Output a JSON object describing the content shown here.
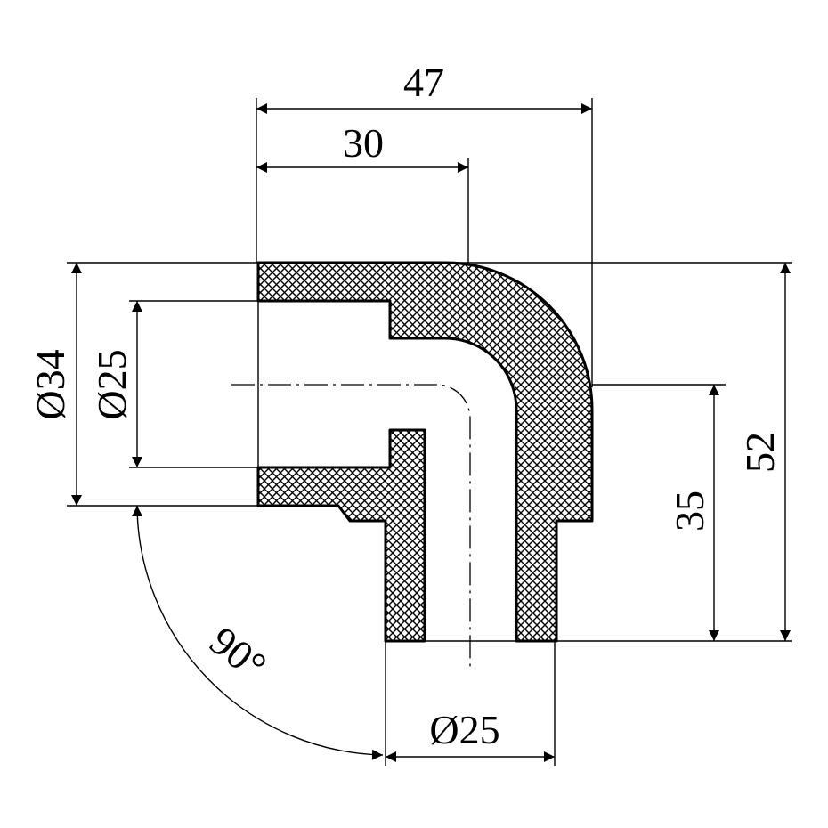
{
  "dimensions": {
    "overall_width": "47",
    "socket_depth": "30",
    "outer_diameter": "Ø34",
    "inner_diameter_left": "Ø25",
    "overall_height": "52",
    "spigot_height": "35",
    "spigot_diameter": "Ø25",
    "angle": "90°"
  },
  "colors": {
    "line": "#000000",
    "background": "#ffffff"
  }
}
